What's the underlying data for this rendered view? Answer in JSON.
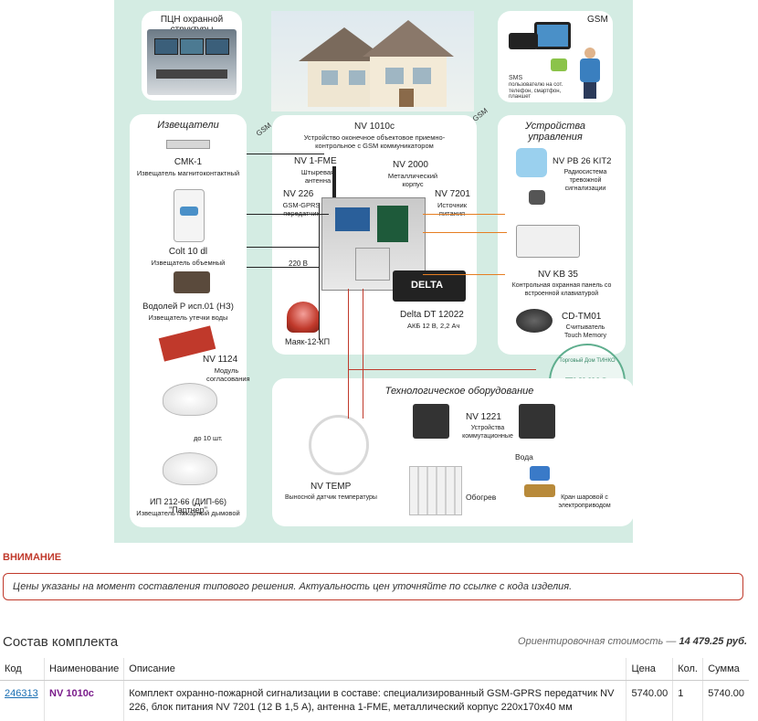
{
  "diagram": {
    "monitoring": {
      "title": "ПЦН охранной структуры"
    },
    "gsm": {
      "title": "GSM",
      "sms_label": "SMS",
      "sms_text": "пользователю на сот. телефон, смартфон, планшет"
    },
    "gsm_arrow_left": "GSM",
    "gsm_arrow_right": "GSM",
    "detectors": {
      "title": "Извещатели",
      "items": [
        {
          "name": "СМК-1",
          "desc": "Извещатель магнитоконтактный"
        },
        {
          "name": "Colt 10 dl",
          "desc": "Извещатель объемный"
        },
        {
          "name": "Водолей Р исп.01 (НЗ)",
          "desc": "Извещатель утечки воды"
        },
        {
          "name": "NV 1124",
          "desc": "Модуль согласования"
        },
        {
          "name": "до 10 шт.",
          "desc": ""
        },
        {
          "name": "ИП 212-66 (ДИП-66) \"Партнер\"",
          "desc": "Извещатель пожарный дымовой"
        }
      ]
    },
    "center": {
      "name": "NV 1010c",
      "desc": "Устройство оконечное объектовое приемно-контрольное с GSM коммуникатором",
      "fme_name": "NV 1-FME",
      "fme_desc": "Штыревая антенна",
      "nv2000_name": "NV 2000",
      "nv2000_desc": "Металлический корпус",
      "nv226_name": "NV 226",
      "nv226_desc": "GSM-GPRS передатчик",
      "nv7201_name": "NV 7201",
      "nv7201_desc": "Источник питания",
      "voltage": "220 В",
      "battery_brand": "DELTA",
      "battery_name": "Delta DT 12022",
      "battery_desc": "АКБ 12 В, 2,2 Ач",
      "siren": "Маяк-12-КП"
    },
    "control": {
      "title": "Устройства управления",
      "items": [
        {
          "name": "NV PB 26 KIT2",
          "desc": "Радиосистема тревожной сигнализации"
        },
        {
          "name": "NV KB 35",
          "desc": "Контрольная охранная панель со встроенной клавиатурой"
        },
        {
          "name": "CD-TM01",
          "desc": "Считыватель Touch Memory"
        }
      ]
    },
    "stamp": {
      "text": "Торговый Дом ТИНКО",
      "center": "ТИНКО"
    },
    "tech": {
      "title": "Технологическое оборудование",
      "relay_name": "NV 1221",
      "relay_desc": "Устройства коммутационные",
      "water": "Вода",
      "temp_name": "NV TEMP",
      "temp_desc": "Выносной датчик температуры",
      "heating": "Обогрев",
      "valve": "Кран шаровой с электроприводом"
    }
  },
  "warning": {
    "title": "ВНИМАНИЕ",
    "text": "Цены указаны на момент составления типового решения. Актуальность цен уточняйте по ссылке с кода изделия."
  },
  "kit": {
    "title": "Состав комплекта",
    "cost_label": "Ориентировочная стоимость —",
    "cost_value": "14 479.25 руб."
  },
  "table": {
    "headers": [
      "Код",
      "Наименование",
      "Описание",
      "Цена",
      "Кол.",
      "Сумма"
    ],
    "rows": [
      {
        "code": "246313",
        "name": "NV 1010c",
        "desc": "Комплект охранно-пожарной сигнализации в составе: специализированный GSM-GPRS передатчик NV 226, блок питания NV 7201 (12 В 1,5 А), антенна 1-FME, металлический корпус 220х170х40 мм",
        "price": "5740.00",
        "qty": "1",
        "sum": "5740.00"
      }
    ]
  },
  "colors": {
    "accent_red": "#c0392b",
    "link": "#1a6fb3",
    "product": "#7a1c8b",
    "diagram_bg": "#d4ece3"
  }
}
